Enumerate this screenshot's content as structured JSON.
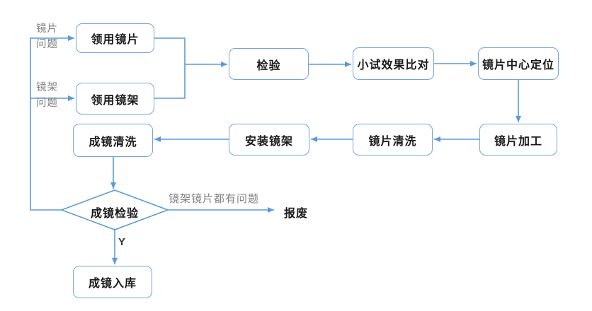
{
  "diagram": {
    "type": "flowchart",
    "colors": {
      "line": "#5B9BD5",
      "box_border": "#74A4DB",
      "box_fill": "#FFFFFF",
      "box_text": "#1A1A1A",
      "muted_label": "#808080",
      "background": "#FFFFFF"
    },
    "nodes": {
      "receive_lens": "领用镜片",
      "receive_frame": "领用镜架",
      "inspection": "检验",
      "trial_comparison": "小试效果比对",
      "lens_centering": "镜片中心定位",
      "lens_processing": "镜片加工",
      "lens_cleaning": "镜片清洗",
      "frame_mounting": "安装镜架",
      "finished_cleaning": "成镜清洗",
      "finished_inspection": "成镜检验",
      "finished_storage": "成镜入库",
      "scrap": "报废"
    },
    "labels": {
      "lens_problem": "镜片\n问题",
      "frame_problem": "镜架\n问题",
      "both_problem": "镜架镜片都有问题",
      "yes": "Y"
    }
  }
}
